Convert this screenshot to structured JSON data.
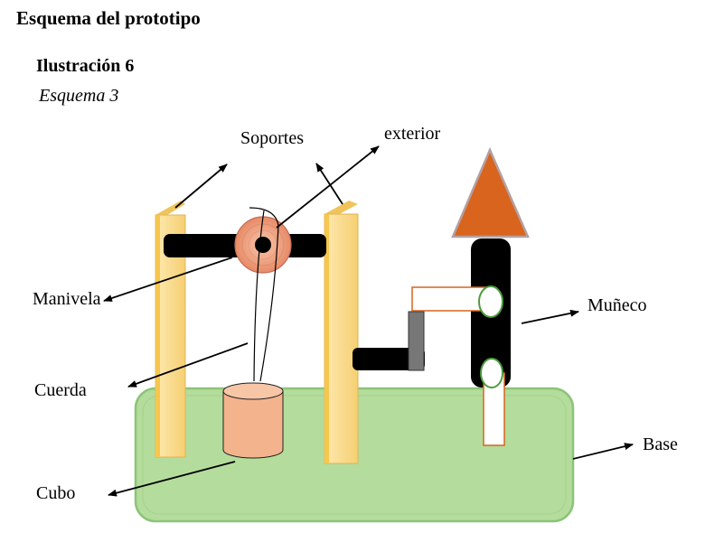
{
  "heading": "Esquema del prototipo",
  "illustration": {
    "title": "Ilustración 6",
    "subtitle": "Esquema 3"
  },
  "labels": {
    "soportes": "Soportes",
    "exterior": "exterior",
    "manivela": "Manivela",
    "cuerda": "Cuerda",
    "cubo": "Cubo",
    "muneco": "Muñeco",
    "base": "Base"
  },
  "colors": {
    "base_fill": "#b4dc9c",
    "base_stroke": "#8cc478",
    "support_fill": "#fbdc8e",
    "pulley": "#f4a884",
    "bucket": "#f3b38c",
    "triangle": "#d8641e",
    "bar": "#000000",
    "crank_gray": "#777777"
  }
}
